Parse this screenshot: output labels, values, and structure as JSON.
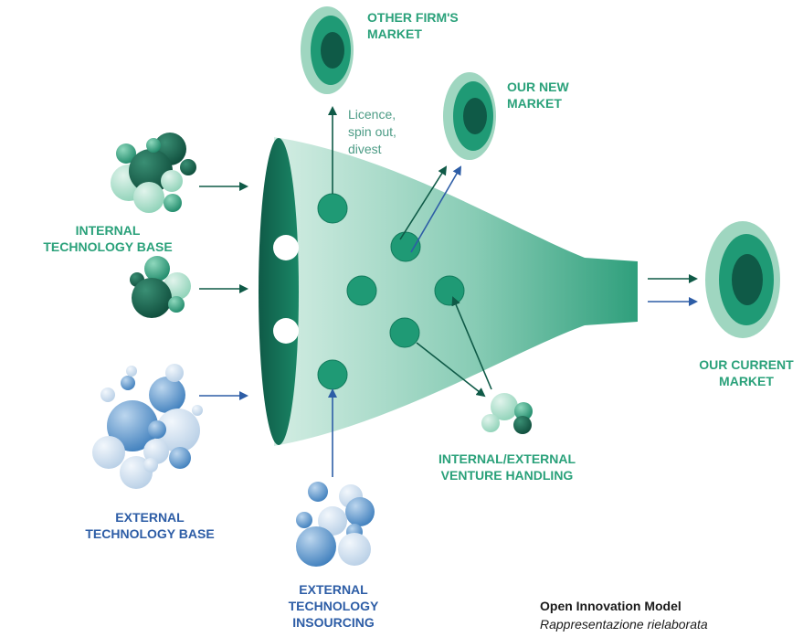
{
  "labels": {
    "other_firms_market": [
      "OTHER FIRM'S",
      "MARKET"
    ],
    "our_new_market": [
      "OUR NEW",
      "MARKET"
    ],
    "licence_note": [
      "Licence,",
      "spin out,",
      "divest"
    ],
    "internal_technology_base": [
      "INTERNAL",
      "TECHNOLOGY BASE"
    ],
    "external_technology_base": [
      "EXTERNAL",
      "TECHNOLOGY BASE"
    ],
    "external_technology_insourcing": [
      "EXTERNAL",
      "TECHNOLOGY",
      "INSOURCING"
    ],
    "venture_handling": [
      "INTERNAL/EXTERNAL",
      "VENTURE HANDLING"
    ],
    "our_current_market": [
      "OUR CURRENT",
      "MARKET"
    ]
  },
  "caption": {
    "title": "Open Innovation Model",
    "subtitle": "Rappresentazione rielaborata"
  },
  "colors": {
    "green_text": "#2aa17a",
    "blue_text": "#2d5da6",
    "dark_green": "#0f5a47",
    "mid_green": "#1f9a75",
    "light_green": "#9fd6c0",
    "blue_arrow": "#2d5da6"
  }
}
